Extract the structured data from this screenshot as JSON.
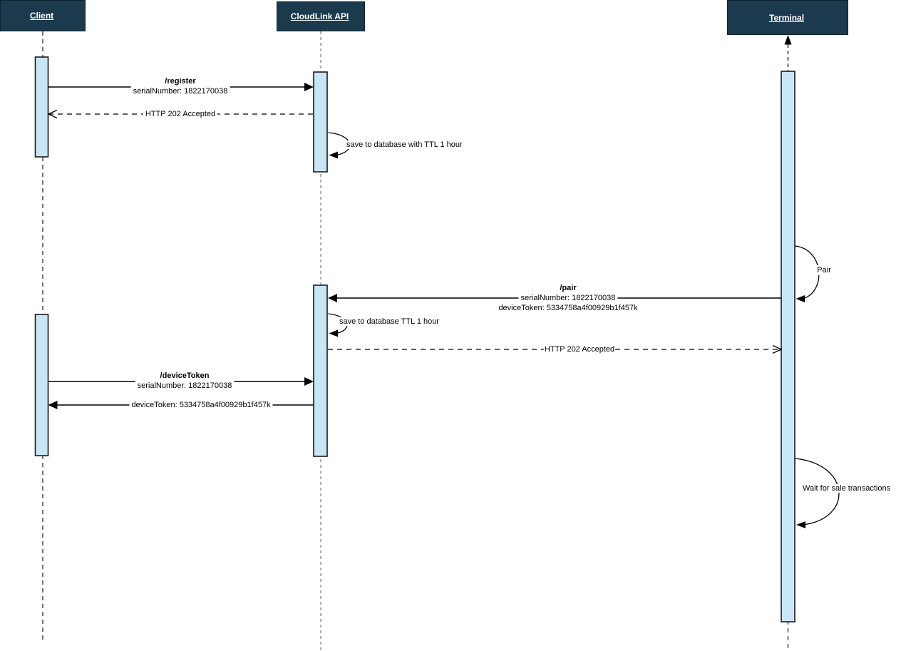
{
  "actors": [
    {
      "label": "Client"
    },
    {
      "label": "CloudLink API"
    },
    {
      "label": "Terminal"
    }
  ],
  "messages": {
    "register": {
      "method": "/register",
      "param": "serialNumber: 1822170038"
    },
    "register_response": "HTTP 202 Accepted",
    "save_register": "save to database with TTL 1 hour",
    "pair_self": "Pair",
    "pair": {
      "method": "/pair",
      "param1": "serialNumber: 1822170038",
      "param2": "deviceToken: 5334758a4f00929b1f457k"
    },
    "save_pair": "save to database TTL 1 hour",
    "pair_response": "HTTP 202 Accepted",
    "device_token": {
      "method": "/deviceToken",
      "param": "serialNumber: 1822170038"
    },
    "device_token_response": "deviceToken: 5334758a4f00929b1f457k",
    "wait_self": "Wait for sale transactions"
  },
  "colors": {
    "actor_bg": "#1c3a4e",
    "actor_text": "#ffffff",
    "activation_fill": "#c8e6f5",
    "line": "#000000"
  }
}
